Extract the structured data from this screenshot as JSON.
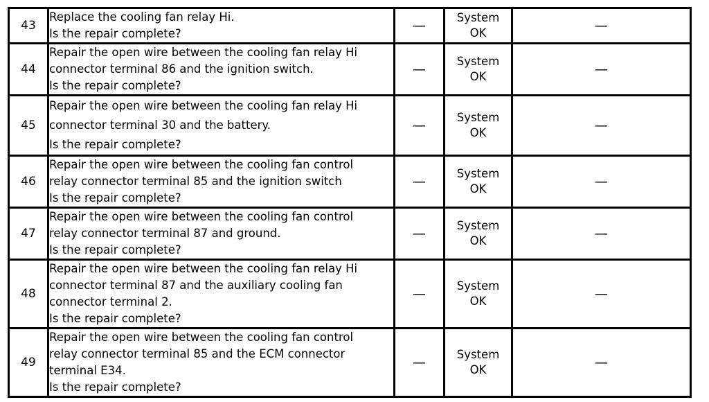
{
  "document": {
    "type": "diagnostic-troubleshooting-table",
    "columns": {
      "step": "",
      "action": "",
      "value": "",
      "yes": "",
      "no": ""
    },
    "dash_symbol": "—",
    "rows": [
      {
        "step": "43",
        "action_lines": [
          "Replace the cooling fan relay Hi.",
          "Is the repair complete?"
        ],
        "value": "—",
        "yes_lines": [
          "System",
          "OK"
        ],
        "no": "—",
        "spaced": false,
        "shift": false
      },
      {
        "step": "44",
        "action_lines": [
          "Repair the open wire between the cooling fan relay Hi",
          "connector terminal 86 and the ignition switch.",
          "Is the repair complete?"
        ],
        "value": "—",
        "yes_lines": [
          "System",
          "OK"
        ],
        "no": "—",
        "spaced": false,
        "shift": false
      },
      {
        "step": "45",
        "action_lines": [
          "Repair the open wire between the cooling fan relay Hi",
          "connector terminal 30 and the battery.",
          "Is the repair complete?"
        ],
        "value": "—",
        "yes_lines": [
          "System",
          "OK"
        ],
        "no": "—",
        "spaced": true,
        "shift": true
      },
      {
        "step": "46",
        "action_lines": [
          "Repair the open wire between the cooling fan control",
          "relay connector terminal 85 and the ignition switch",
          "Is the repair complete?"
        ],
        "value": "—",
        "yes_lines": [
          "System",
          "OK"
        ],
        "no": "—",
        "spaced": false,
        "shift": false
      },
      {
        "step": "47",
        "action_lines": [
          "Repair the open wire between the cooling fan control",
          "relay connector terminal 87 and ground.",
          "Is the repair complete?"
        ],
        "value": "—",
        "yes_lines": [
          "System",
          "OK"
        ],
        "no": "—",
        "spaced": false,
        "shift": false
      },
      {
        "step": "48",
        "action_lines": [
          "Repair the open wire between the cooling fan relay Hi",
          "connector terminal 87 and the auxiliary cooling fan",
          "connector terminal 2.",
          "Is the repair complete?"
        ],
        "value": "—",
        "yes_lines": [
          "System",
          "OK"
        ],
        "no": "—",
        "spaced": false,
        "shift": true
      },
      {
        "step": "49",
        "action_lines": [
          "Repair the open wire between the cooling fan control",
          "relay connector terminal 85 and the ECM connector",
          "terminal E34.",
          "Is the repair complete?"
        ],
        "value": "—",
        "yes_lines": [
          "System",
          "OK"
        ],
        "no": "—",
        "spaced": false,
        "shift": false
      }
    ]
  }
}
